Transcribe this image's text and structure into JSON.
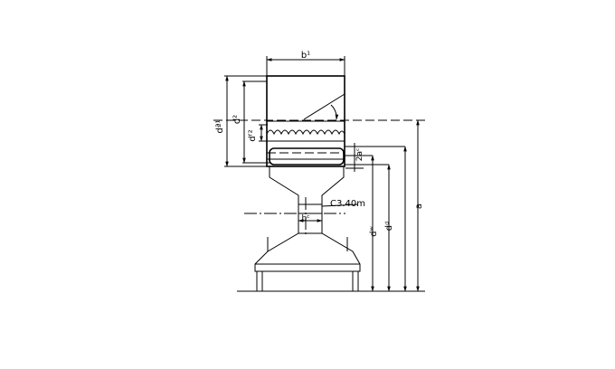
{
  "drawing": {
    "labels": {
      "b1": "b¹",
      "bc": "bᶜ",
      "da1": "dª¹",
      "da2": "d²",
      "df2": "dᶠ²",
      "dw": "dʷ",
      "dd": "dᵈ",
      "a": "a",
      "two_a": "2aᶜ",
      "chamfer": "C3.40m"
    },
    "colors": {
      "line": "#000000",
      "background": "#ffffff"
    }
  }
}
